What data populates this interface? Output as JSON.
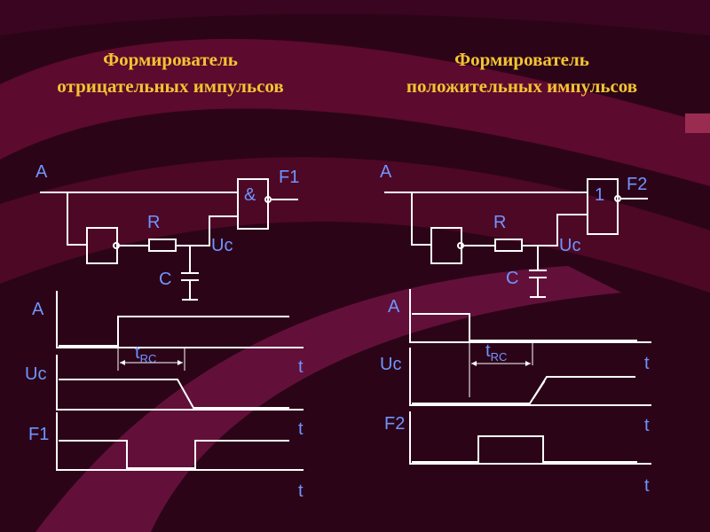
{
  "titles": {
    "left": {
      "line1": "Формирователь",
      "line2": "отрицательных импульсов"
    },
    "right": {
      "line1": "Формирователь",
      "line2": "положительных импульсов"
    }
  },
  "left_circuit": {
    "input_label": "A",
    "gate_symbol": "&",
    "output_label": "F1",
    "resistor_label": "R",
    "capacitor_label": "C",
    "voltage_label": "Uc"
  },
  "right_circuit": {
    "input_label": "A",
    "gate_symbol": "1",
    "output_label": "F2",
    "resistor_label": "R",
    "capacitor_label": "C",
    "voltage_label": "Uc"
  },
  "left_timing": {
    "signal_a": "A",
    "signal_uc": "Uc",
    "signal_out": "F1",
    "time_axis": "t",
    "delay_main": "t",
    "delay_sub": "RC"
  },
  "right_timing": {
    "signal_a": "A",
    "signal_uc": "Uc",
    "signal_out": "F2",
    "time_axis": "t",
    "delay_main": "t",
    "delay_sub": "RC"
  },
  "colors": {
    "background": "#2c0418",
    "swoosh": "#6e0c36",
    "title": "#f2c433",
    "line": "#ffffff",
    "label": "#6f95ff"
  }
}
